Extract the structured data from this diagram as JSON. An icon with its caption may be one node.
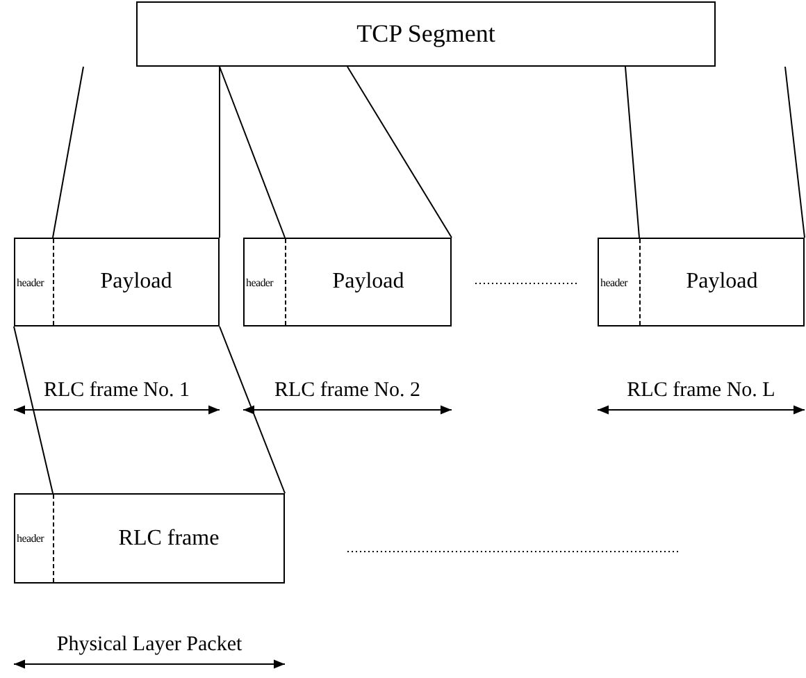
{
  "diagram": {
    "nodes": [
      {
        "text": [
          "TCP Segment"
        ]
      },
      {
        "text": [
          "header",
          "Payload"
        ],
        "beside": [
          "RLC frame No. 1"
        ]
      },
      {
        "text": [
          "header",
          "Payload"
        ],
        "beside": [
          "RLC frame No. 2"
        ]
      },
      {
        "text": [
          "header",
          "Payload"
        ],
        "beside": [
          "RLC frame No. L"
        ]
      },
      {
        "text": [
          "header",
          "RLC frame"
        ],
        "beside": [
          "Physical Layer Packet"
        ]
      }
    ],
    "edges": [
      {
        "from": 0,
        "to": 1,
        "arrow": "none"
      },
      {
        "from": 0,
        "to": 1,
        "arrow": "none"
      },
      {
        "from": 0,
        "to": 2,
        "arrow": "none"
      },
      {
        "from": 0,
        "to": 2,
        "arrow": "none"
      },
      {
        "from": 0,
        "to": 3,
        "arrow": "none"
      },
      {
        "from": 0,
        "to": 3,
        "arrow": "none"
      },
      {
        "from": 1,
        "to": 4,
        "arrow": "none"
      },
      {
        "from": 1,
        "to": 4,
        "arrow": "none"
      }
    ]
  }
}
